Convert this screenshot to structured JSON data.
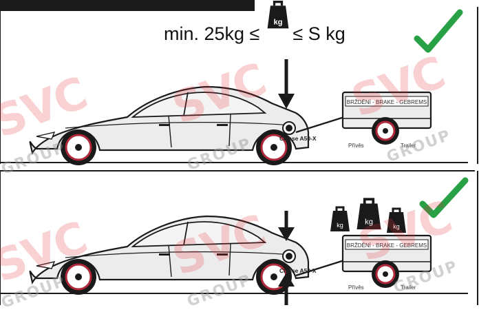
{
  "top_panel": {
    "formula_left": "min. 25kg ≤",
    "formula_right": "≤ S kg",
    "weight_label": "kg",
    "trailer_label": "BRŽDĚNÍ - BRAKE - GEBREMS",
    "hitch_label": "Classe A50-X",
    "trailer_tag_left": "Přívěs",
    "trailer_tag_right": "Trailer"
  },
  "bottom_panel": {
    "weight_labels": [
      "kg",
      "kg",
      "kg"
    ],
    "trailer_label": "BRŽDĚNÍ - BRAKE - GEBREMS",
    "hitch_label": "Classe A50-X",
    "trailer_tag_left": "Přívěs",
    "trailer_tag_right": "Trailer"
  },
  "watermark": {
    "brand": "SVC",
    "group": "GROUP"
  },
  "colors": {
    "check": "#27a046",
    "outline": "#1a1a1a",
    "watermark": "#e8343c",
    "wheel_rim": "#b0283a"
  }
}
